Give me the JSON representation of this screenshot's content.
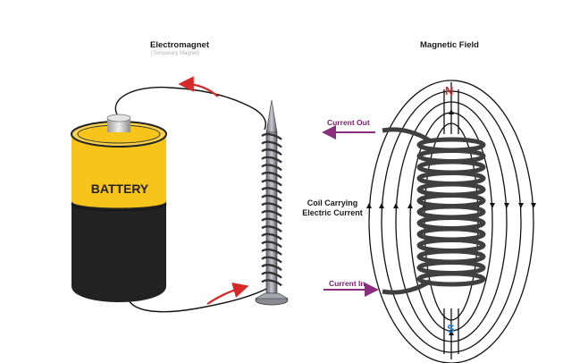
{
  "labels": {
    "title_left": "Electromagnet",
    "subtitle_left": "(Temporary Magnet)",
    "title_right": "Magnetic Field",
    "battery_text": "BATTERY",
    "coil_line1": "Coil Carrying",
    "coil_line2": "Electric Current",
    "current_out": "Current Out",
    "current_in": "Current In",
    "north": "N",
    "south": "S"
  },
  "colors": {
    "battery_top": "#f6c41a",
    "battery_body": "#222222",
    "battery_cap": "#c8c8c8",
    "current_arrow_red": "#d62a2a",
    "current_arrow_purple": "#8a2f7e",
    "north_red": "#d62a2a",
    "south_blue": "#2a8ad6",
    "field_line": "#111111",
    "coil": "#444444"
  },
  "icons": {
    "battery": "battery-icon",
    "nail": "nail-icon",
    "coil": "coil-icon"
  }
}
